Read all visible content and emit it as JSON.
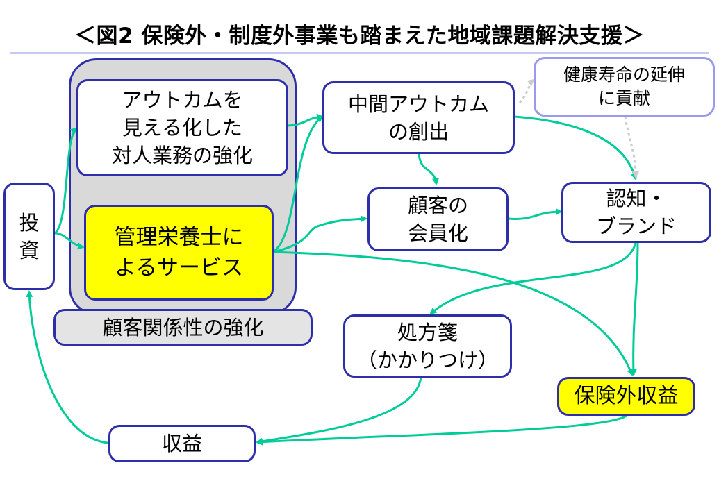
{
  "title": "＜図2  保険外・制度外事業も踏まえた地域課題解決支援＞",
  "colors": {
    "arrow": "#00cc99",
    "dotted_arrow": "#cccccc",
    "box_border": "#2e2eaa",
    "light_border": "#9999ee",
    "highlight": "#ffff00",
    "group_fill": "#d9d9d9"
  },
  "nodes": {
    "investment": "投\n資",
    "outcome_visualization": "アウトカムを\n見える化した\n対人業務の強化",
    "dietitian_service": "管理栄養士に\nよるサービス",
    "customer_relationship": "顧客関係性の強化",
    "intermediate_outcome": "中間アウトカム\nの創出",
    "healthy_life": "健康寿命の延伸\nに貢献",
    "membership": "顧客の\n会員化",
    "brand": "認知・\nブランド",
    "prescription": "処方箋\n（かかりつけ）",
    "non_insurance_revenue": "保険外収益",
    "revenue": "収益"
  },
  "edges": [
    {
      "from": "投資",
      "to": "アウトカムを見える化した対人業務の強化",
      "style": "solid"
    },
    {
      "from": "投資",
      "to": "管理栄養士によるサービス",
      "style": "solid"
    },
    {
      "from": "アウトカムを見える化した対人業務の強化",
      "to": "中間アウトカムの創出",
      "style": "solid"
    },
    {
      "from": "管理栄養士によるサービス",
      "to": "中間アウトカムの創出",
      "style": "solid"
    },
    {
      "from": "管理栄養士によるサービス",
      "to": "顧客の会員化",
      "style": "solid"
    },
    {
      "from": "管理栄養士によるサービス",
      "to": "保険外収益",
      "style": "solid"
    },
    {
      "from": "中間アウトカムの創出",
      "to": "顧客の会員化",
      "style": "solid"
    },
    {
      "from": "中間アウトカムの創出",
      "to": "認知・ブランド",
      "style": "solid"
    },
    {
      "from": "中間アウトカムの創出",
      "to": "健康寿命の延伸に貢献",
      "style": "dotted"
    },
    {
      "from": "健康寿命の延伸に貢献",
      "to": "認知・ブランド",
      "style": "dotted"
    },
    {
      "from": "顧客の会員化",
      "to": "認知・ブランド",
      "style": "solid"
    },
    {
      "from": "認知・ブランド",
      "to": "処方箋（かかりつけ）",
      "style": "solid"
    },
    {
      "from": "認知・ブランド",
      "to": "保険外収益",
      "style": "solid"
    },
    {
      "from": "処方箋（かかりつけ）",
      "to": "収益",
      "style": "solid"
    },
    {
      "from": "保険外収益",
      "to": "収益",
      "style": "solid"
    },
    {
      "from": "収益",
      "to": "投資",
      "style": "solid"
    }
  ]
}
